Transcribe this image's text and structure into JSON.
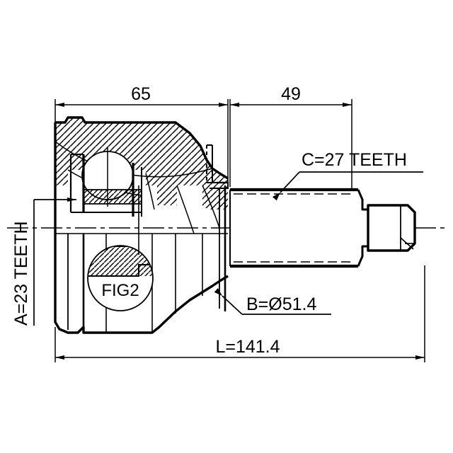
{
  "drawing": {
    "type": "cv-joint-technical-drawing",
    "title": "",
    "background_color": "#ffffff",
    "line_color": "#000000"
  },
  "dimensions": {
    "length_65": "65",
    "length_49": "49",
    "overall_length": "L=141.4",
    "diameter_b": "B=Ø51.4"
  },
  "labels": {
    "spline_a": "A=23 TEETH",
    "spline_c": "C=27 TEETH",
    "detail_callout": "FIG2"
  }
}
